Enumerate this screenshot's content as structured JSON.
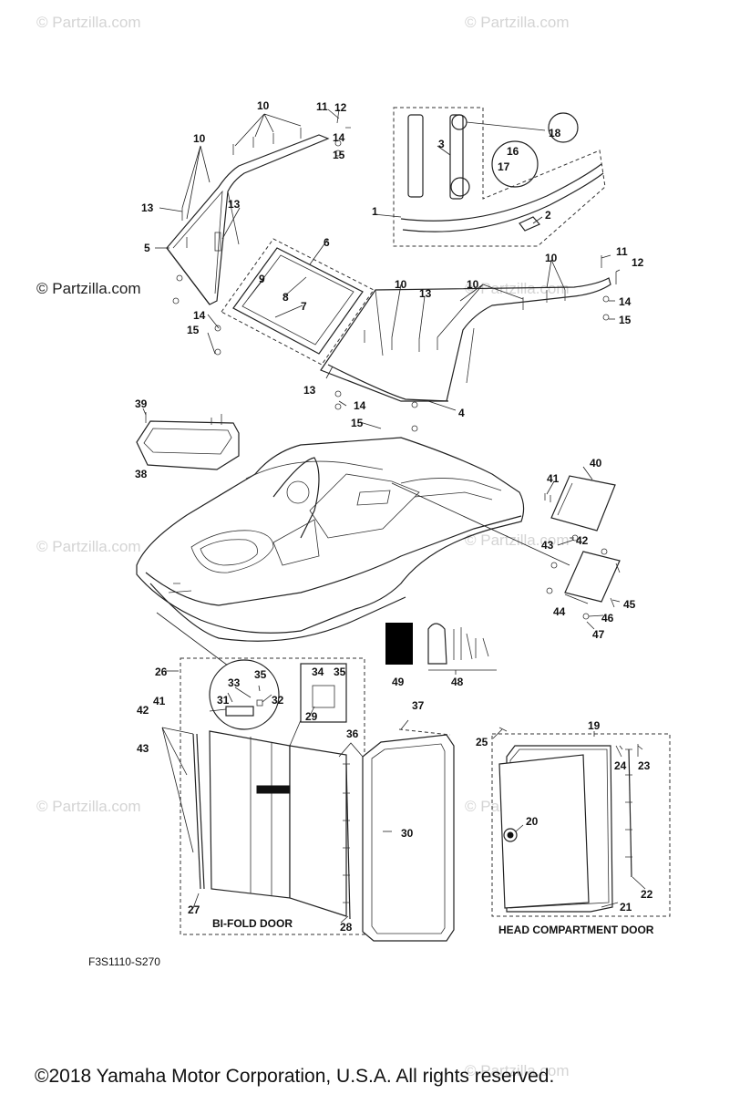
{
  "watermarks": [
    "© Partzilla.com",
    "© Partzilla.com",
    "© Partzilla.com",
    "© Partzilla.com",
    "© Partzilla.com",
    "© Partzilla.com",
    "© Partzilla.com",
    "© Partzilla.com",
    "© Partzilla.com",
    "© Partzilla.com"
  ],
  "watermark_main": "© Partzilla.com",
  "diagram_code": "F3S1110-S270",
  "copyright": "©2018 Yamaha Motor Corporation, U.S.A. All rights reserved.",
  "sections": {
    "bifold": "BI-FOLD DOOR",
    "head": "HEAD COMPARTMENT DOOR"
  },
  "callouts": {
    "c1": "1",
    "c2": "2",
    "c3": "3",
    "c4": "4",
    "c5": "5",
    "c6": "6",
    "c7": "7",
    "c8": "8",
    "c9": "9",
    "c10a": "10",
    "c10b": "10",
    "c10c": "10",
    "c10d": "10",
    "c11a": "11",
    "c11b": "11",
    "c12a": "12",
    "c12b": "12",
    "c13a": "13",
    "c13b": "13",
    "c13c": "13",
    "c13d": "13",
    "c14a": "14",
    "c14b": "14",
    "c14c": "14",
    "c14d": "14",
    "c15a": "15",
    "c15b": "15",
    "c15c": "15",
    "c15d": "15",
    "c16": "16",
    "c17": "17",
    "c18": "18",
    "c19": "19",
    "c20": "20",
    "c21": "21",
    "c22": "22",
    "c23": "23",
    "c24": "24",
    "c25": "25",
    "c26": "26",
    "c27": "27",
    "c28": "28",
    "c29": "29",
    "c30": "30",
    "c31": "31",
    "c32": "32",
    "c33": "33",
    "c34": "34",
    "c35a": "35",
    "c35b": "35",
    "c36": "36",
    "c37": "37",
    "c38": "38",
    "c39": "39",
    "c40": "40",
    "c41a": "41",
    "c41b": "41",
    "c42a": "42",
    "c42b": "42",
    "c43a": "43",
    "c43b": "43",
    "c44": "44",
    "c45": "45",
    "c46": "46",
    "c47": "47",
    "c48": "48",
    "c49": "49"
  }
}
